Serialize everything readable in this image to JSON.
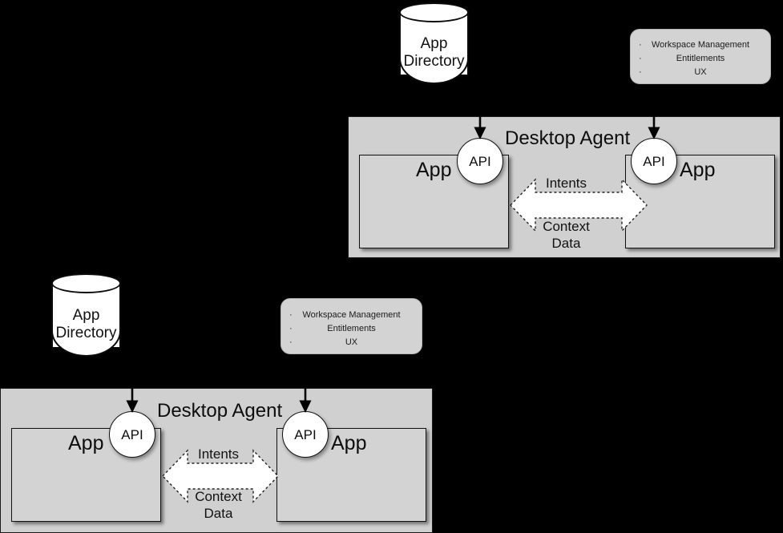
{
  "background_color": "#000000",
  "palette": {
    "agent_fill": "#d0d0d0",
    "app_fill": "#d3d3d3",
    "circle_fill": "#ffffff",
    "cylinder_fill": "#ffffff",
    "bullets_fill": "#d3d3d3",
    "stroke": "#111111",
    "arrow_fill": "#ffffff"
  },
  "diagrams": [
    {
      "id": "upper-right-diagram",
      "app_directory": {
        "line1": "App",
        "line2": "Directory"
      },
      "bullets": {
        "items": [
          "Workspace Management",
          "Entitlements",
          "UX"
        ],
        "marker": "·"
      },
      "agent": {
        "title": "Desktop Agent",
        "left_app": {
          "label": "App",
          "api_label": "API"
        },
        "right_app": {
          "label": "App",
          "api_label": "API"
        },
        "flow_top": "Intents",
        "flow_bottom_line1": "Context",
        "flow_bottom_line2": "Data"
      }
    },
    {
      "id": "lower-left-diagram",
      "app_directory": {
        "line1": "App",
        "line2": "Directory"
      },
      "bullets": {
        "items": [
          "Workspace Management",
          "Entitlements",
          "UX"
        ],
        "marker": "·"
      },
      "agent": {
        "title": "Desktop Agent",
        "left_app": {
          "label": "App",
          "api_label": "API"
        },
        "right_app": {
          "label": "App",
          "api_label": "API"
        },
        "flow_top": "Intents",
        "flow_bottom_line1": "Context",
        "flow_bottom_line2": "Data"
      }
    }
  ]
}
